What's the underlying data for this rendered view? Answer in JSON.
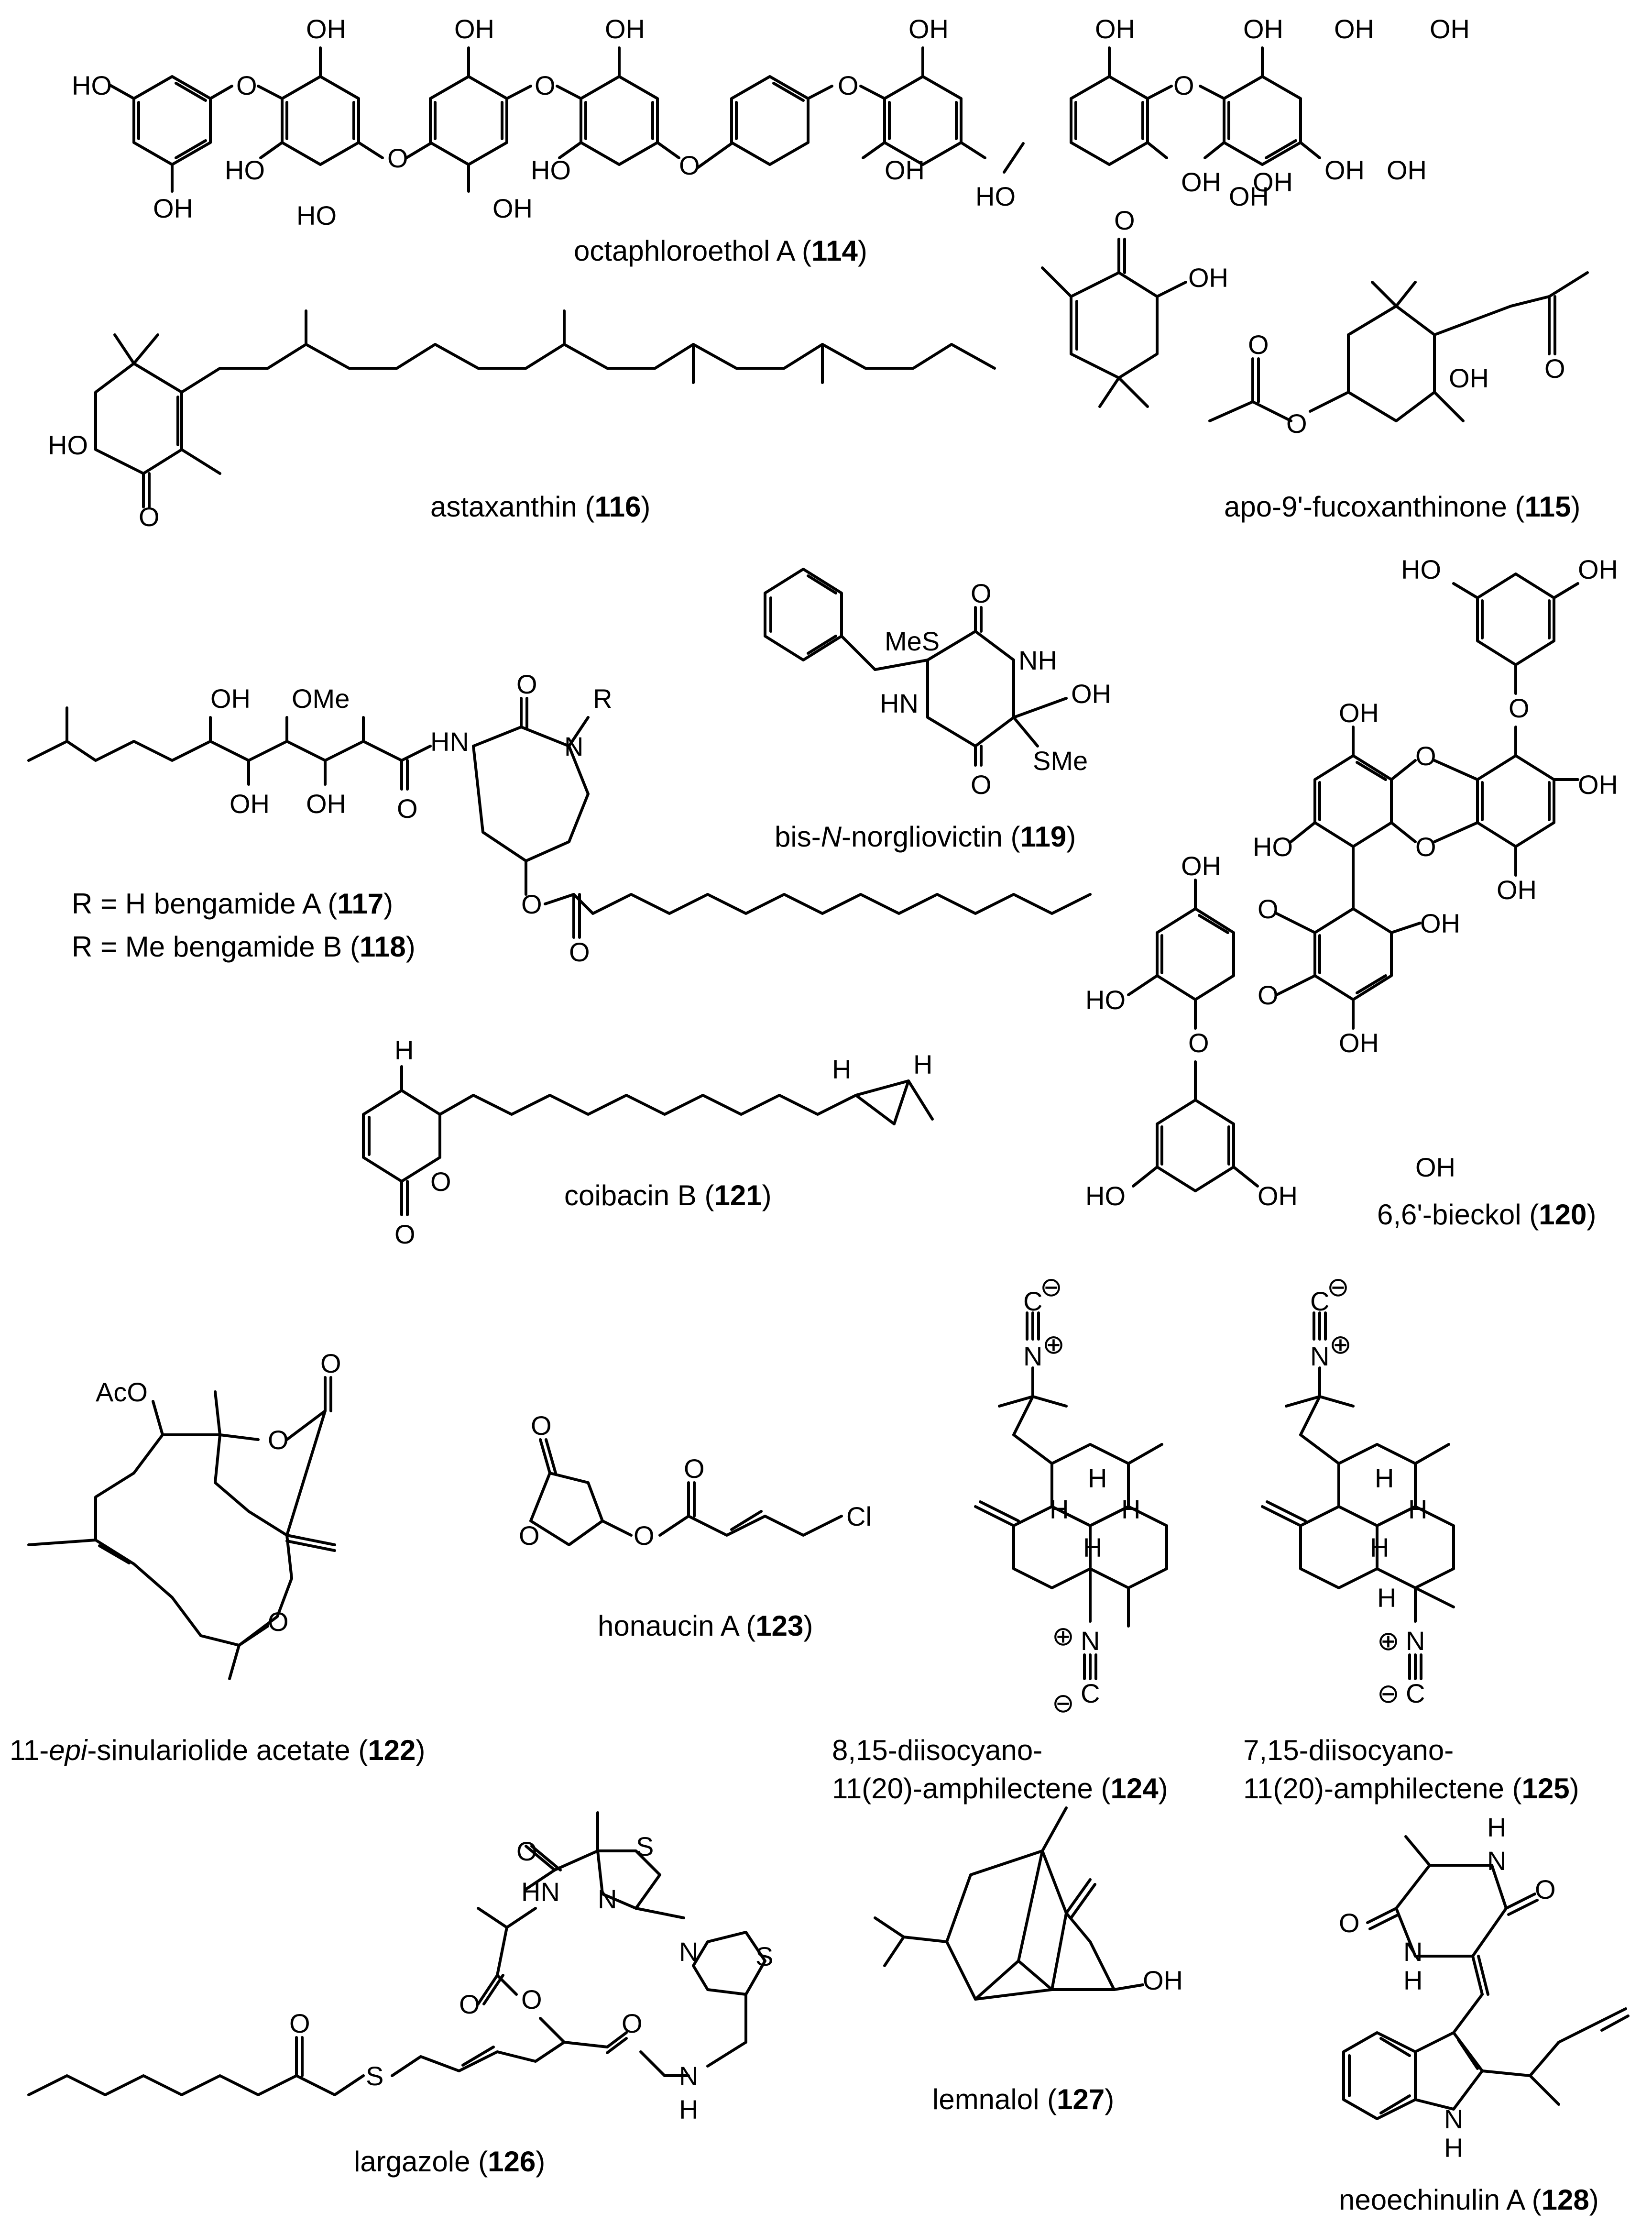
{
  "compounds": [
    {
      "id": "114",
      "name": "octaphloroethol A",
      "labels": [
        "HO",
        "OH",
        "O",
        "OH",
        "O",
        "OH",
        "O",
        "OH",
        "O",
        "OH",
        "O",
        "OH",
        "OH",
        "HO",
        "OH",
        "HO",
        "OH",
        "HO",
        "OH",
        "OH",
        "OH",
        "OH",
        "OH",
        "HO",
        "OH",
        "OH",
        "O"
      ]
    },
    {
      "id": "116",
      "name": "astaxanthin",
      "labels": [
        "O",
        "OH",
        "HO",
        "O"
      ]
    },
    {
      "id": "115",
      "name": "apo-9'-fucoxanthinone",
      "labels": [
        "O",
        "OH",
        "O",
        "O"
      ]
    },
    {
      "id": "119",
      "name": "bis-N-norgliovictin",
      "name_parts": [
        "bis-",
        "N",
        "-norgliovictin"
      ],
      "labels": [
        "MeS",
        "O",
        "NH",
        "HN",
        "OH",
        "O",
        "SMe"
      ]
    },
    {
      "id": "117",
      "name": "bengamide A",
      "r_label": "R = H"
    },
    {
      "id": "118",
      "name": "bengamide B",
      "r_label": "R = Me"
    },
    {
      "id": "117_118_scaffold",
      "labels": [
        "OH",
        "OMe",
        "O",
        "HN",
        "R",
        "N",
        "OH",
        "OH",
        "O",
        "O",
        "O"
      ]
    },
    {
      "id": "120",
      "name": "6,6'-bieckol",
      "labels": [
        "HO",
        "OH",
        "OH",
        "O",
        "OH",
        "O",
        "O",
        "HO",
        "OH",
        "OH",
        "OH",
        "O",
        "OH",
        "HO",
        "O",
        "OH",
        "O",
        "HO",
        "OH"
      ]
    },
    {
      "id": "121",
      "name": "coibacin B",
      "labels": [
        "H",
        "H",
        "H",
        "O",
        "O"
      ]
    },
    {
      "id": "122",
      "name": "11-epi-sinulariolide acetate",
      "name_parts": [
        "11-",
        "epi",
        "-sinulariolide acetate"
      ],
      "labels": [
        "AcO",
        "O",
        "O",
        "O"
      ]
    },
    {
      "id": "123",
      "name": "honaucin A",
      "labels": [
        "O",
        "O",
        "O",
        "O",
        "Cl"
      ]
    },
    {
      "id": "124",
      "name_lines": [
        "8,15-diisocyano-",
        "11(20)-amphilectene"
      ],
      "labels": [
        "C",
        "⊖",
        "N",
        "⊕",
        "H",
        "H",
        "H",
        "H",
        "⊕",
        "N",
        "C",
        "⊖"
      ]
    },
    {
      "id": "125",
      "name_lines": [
        "7,15-diisocyano-",
        "11(20)-amphilectene"
      ],
      "labels": [
        "C",
        "⊖",
        "N",
        "⊕",
        "H",
        "H",
        "H",
        "H",
        "⊕",
        "N",
        "⊖",
        "C"
      ]
    },
    {
      "id": "126",
      "name": "largazole",
      "labels": [
        "O",
        "S",
        "HN",
        "N",
        "O",
        "N",
        "S",
        "O",
        "O",
        "S",
        "O",
        "N",
        "H"
      ]
    },
    {
      "id": "127",
      "name": "lemnalol",
      "labels": [
        "OH"
      ]
    },
    {
      "id": "128",
      "name": "neoechinulin A",
      "labels": [
        "H",
        "N",
        "O",
        "O",
        "N",
        "H",
        "N",
        "H"
      ]
    }
  ]
}
